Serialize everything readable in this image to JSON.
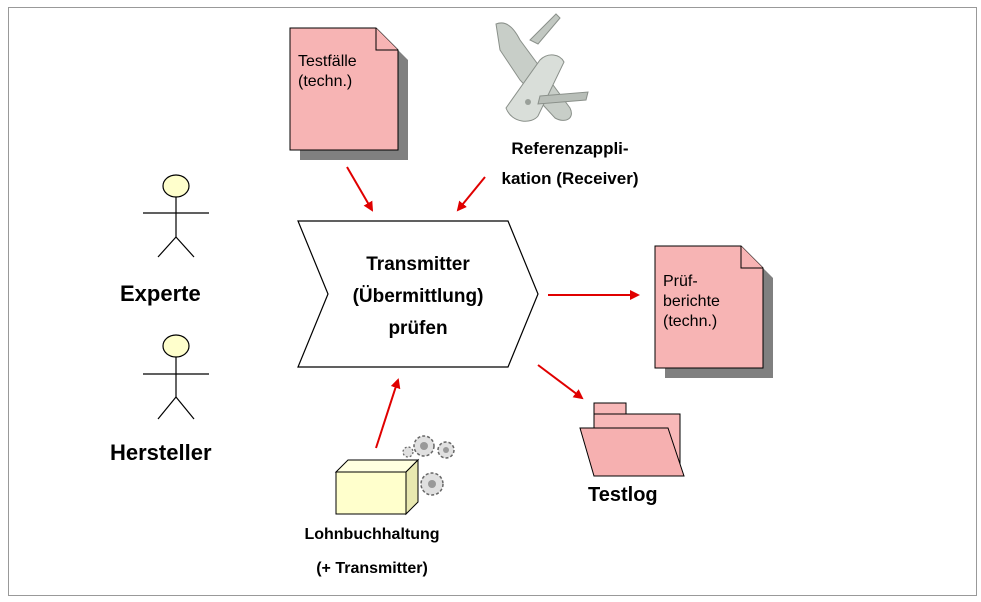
{
  "actors": {
    "experte": "Experte",
    "hersteller": "Hersteller"
  },
  "documents": {
    "testfaelle": [
      "Testfälle",
      "(techn.)"
    ],
    "pruefberichte": [
      "Prüf-",
      "berichte",
      "(techn.)"
    ]
  },
  "reference_app": [
    "Referenzappli-",
    "kation (Receiver)"
  ],
  "process": [
    "Transmitter",
    "(Übermittlung)",
    "prüfen"
  ],
  "payroll": [
    "Lohnbuchhaltung",
    "(+ Transmitter)"
  ],
  "testlog": "Testlog",
  "colors": {
    "document_fill": "#f7b4b4",
    "document_shadow": "#808080",
    "arrow": "#e00000",
    "actor_head": "#ffffcc",
    "box_fill": "#ffffcc",
    "folder_fill": "#f8b8b8"
  }
}
